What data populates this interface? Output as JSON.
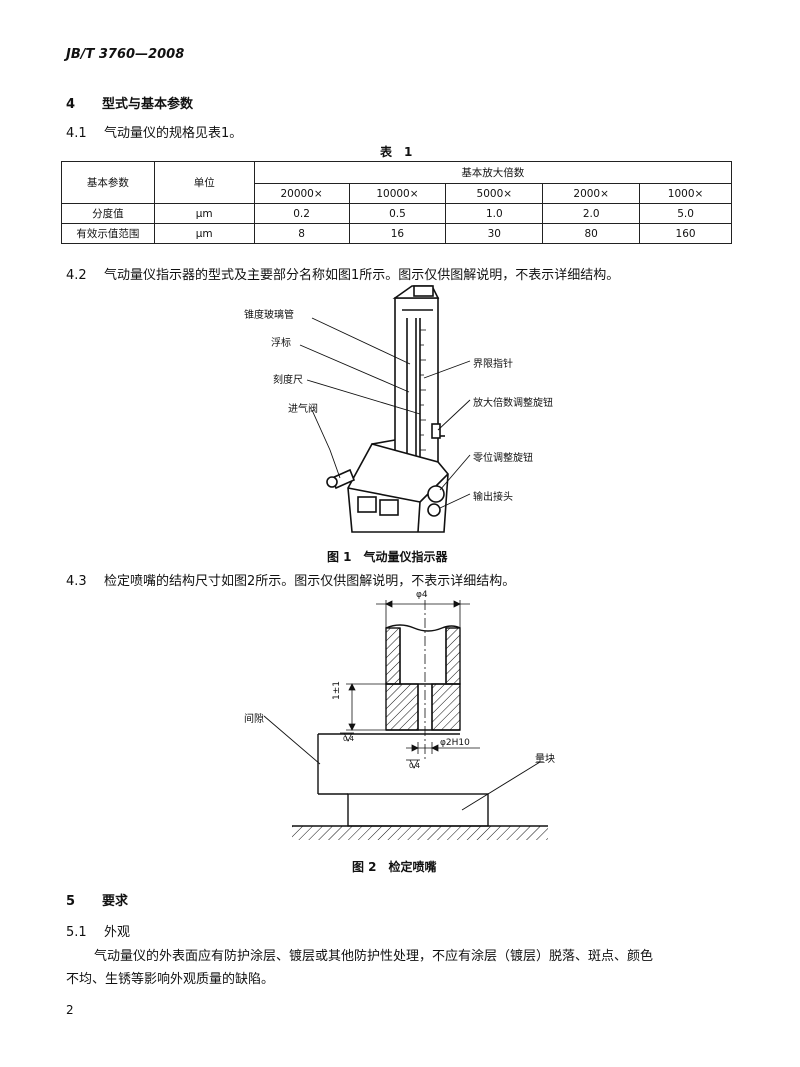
{
  "header": {
    "code": "JB/T 3760—2008"
  },
  "section4": {
    "num": "4",
    "title": "型式与基本参数"
  },
  "s41": {
    "num": "4.1",
    "text": "气动量仪的规格见表1。"
  },
  "table1": {
    "caption": "表　1",
    "head_param": "基本参数",
    "head_unit": "单位",
    "head_group": "基本放大倍数",
    "columns": [
      "20000×",
      "10000×",
      "5000×",
      "2000×",
      "1000×"
    ],
    "rows": [
      {
        "param": "分度值",
        "unit": "μm",
        "values": [
          "0.2",
          "0.5",
          "1.0",
          "2.0",
          "5.0"
        ]
      },
      {
        "param": "有效示值范围",
        "unit": "μm",
        "values": [
          "8",
          "16",
          "30",
          "80",
          "160"
        ]
      }
    ]
  },
  "s42": {
    "num": "4.2",
    "text": "气动量仪指示器的型式及主要部分名称如图1所示。图示仅供图解说明，不表示详细结构。"
  },
  "fig1": {
    "labels": {
      "tube": "锥度玻璃管",
      "float": "浮标",
      "scale": "刻度尺",
      "valve": "进气阀",
      "limit": "界限指针",
      "mag_knob": "放大倍数调整旋钮",
      "zero_knob": "零位调整旋钮",
      "outlet": "输出接头"
    },
    "caption": "图 1　气动量仪指示器"
  },
  "s43": {
    "num": "4.3",
    "text": "检定喷嘴的结构尺寸如图2所示。图示仅供图解说明，不表示详细结构。"
  },
  "fig2": {
    "labels": {
      "phi4": "φ4",
      "height": "1±1",
      "gap": "间隙",
      "phi2": "φ2H10",
      "block": "量块",
      "rough1": "0.4",
      "rough2": "0.4"
    },
    "caption": "图 2　检定喷嘴"
  },
  "section5": {
    "num": "5",
    "title": "要求"
  },
  "s51": {
    "num": "5.1",
    "title": "外观"
  },
  "para51": {
    "line1": "气动量仪的外表面应有防护涂层、镀层或其他防护性处理，不应有涂层（镀层）脱落、斑点、颜色",
    "line2": "不均、生锈等影响外观质量的缺陷。"
  },
  "footer": {
    "page": "2"
  }
}
